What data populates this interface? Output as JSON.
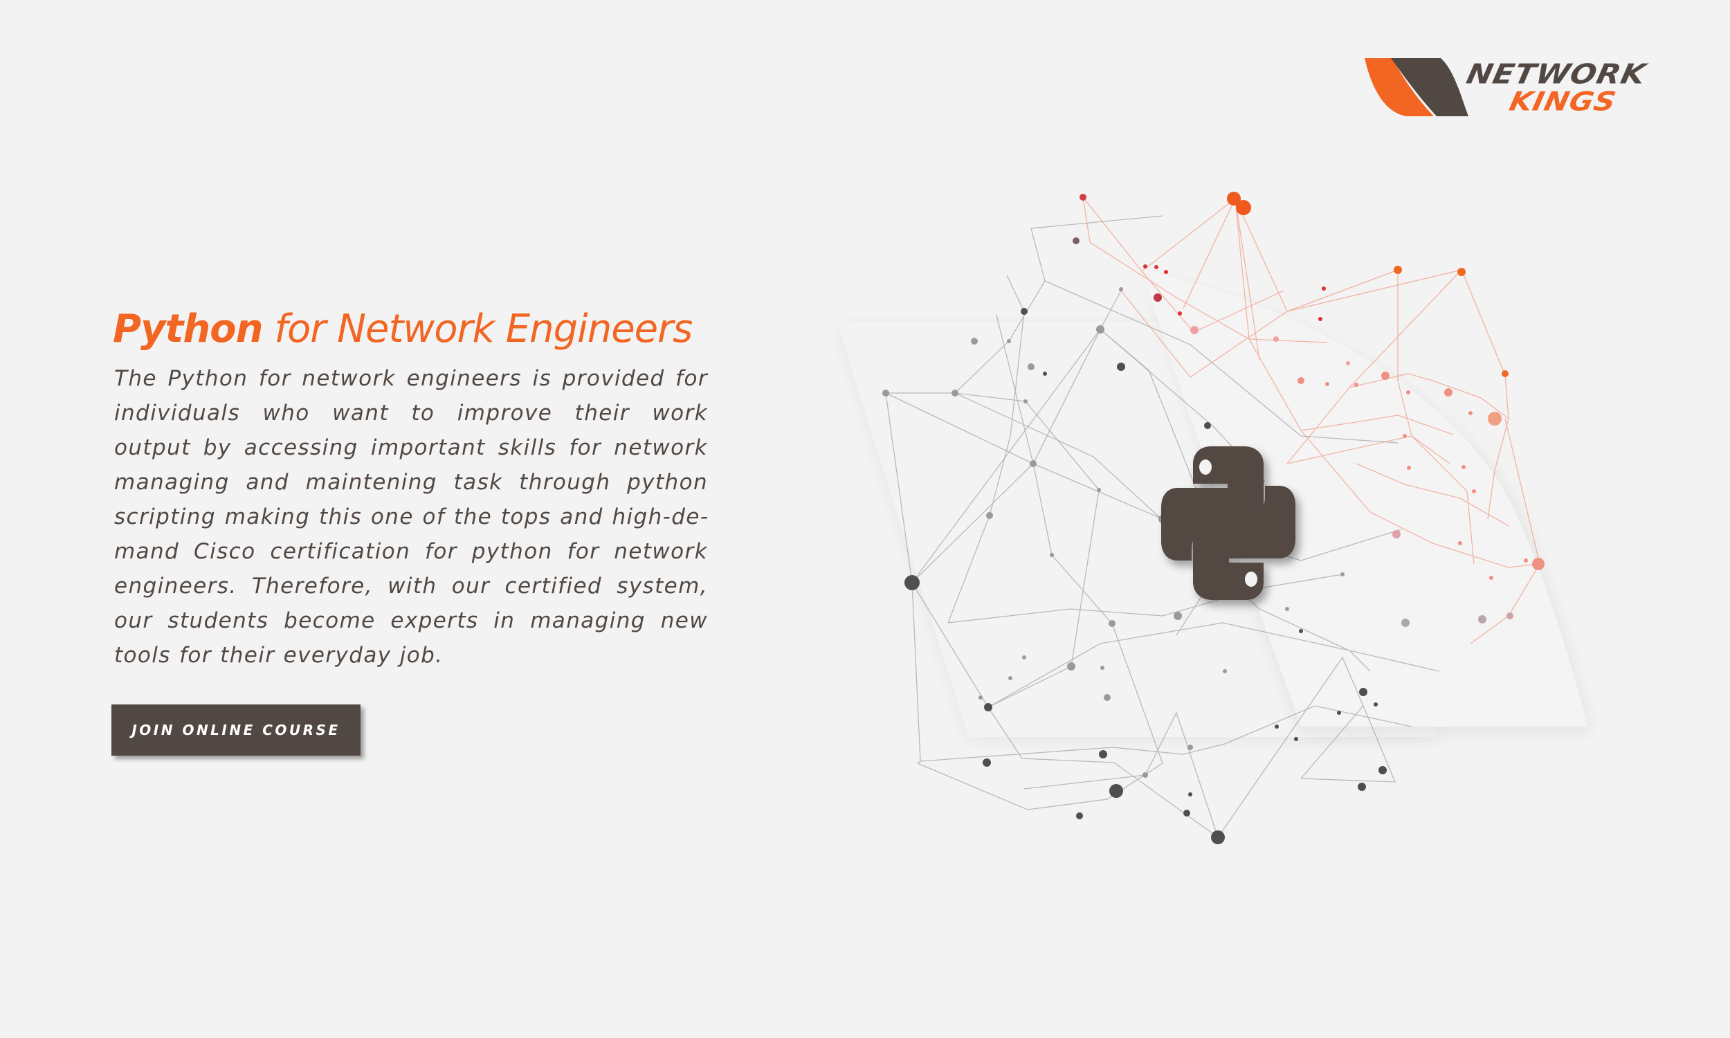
{
  "brand": {
    "logo_line1": "NETWORK",
    "logo_line2": "KINGS",
    "colors": {
      "orange": "#f26522",
      "brown": "#524843",
      "background": "#f3f3f3"
    }
  },
  "hero": {
    "title_bold": "Python",
    "title_rest": " for Network Engineers",
    "description": "The Python for network engineers is provided for individuals who want to improve their work output by accessing important skills for network managing and maintening task through python scripting making this one of the tops and high-de­mand Cisco certification for python for network engineers. Therefore, with our certified system, our students become experts in managing new tools for their everyday job.",
    "cta_label": "Join Online Course"
  },
  "graphic": {
    "center_icon": "python-logo-icon",
    "background": "network-nodes-graphic"
  }
}
